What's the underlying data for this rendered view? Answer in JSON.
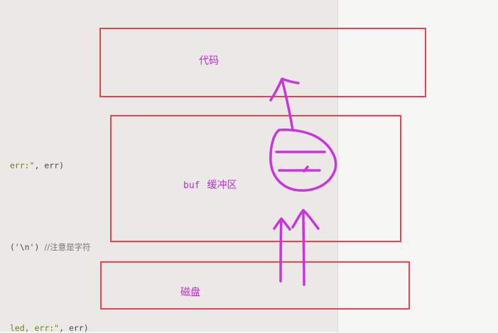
{
  "code_lines": [
    {
      "parts": [
        {
          "t": "err:\"",
          "k": "str"
        },
        {
          "t": ", err)",
          "k": "plain"
        }
      ]
    },
    {
      "parts": [
        {
          "t": "('\\n') ",
          "k": "plain"
        },
        {
          "t": "//注意是字符",
          "k": "cmt"
        }
      ]
    },
    {
      "parts": [
        {
          "t": "led, err:\"",
          "k": "str"
        },
        {
          "t": ", err)",
          "k": "plain"
        }
      ]
    }
  ],
  "diagram": {
    "code_box_label": "代码",
    "buffer_box_label_prefix": "buf",
    "buffer_box_label": "缓冲区",
    "disk_box_label": "磁盘"
  },
  "colors": {
    "box_border": "#e8434f",
    "annotation": "#cc33dd",
    "label_text": "#c02ad0"
  }
}
